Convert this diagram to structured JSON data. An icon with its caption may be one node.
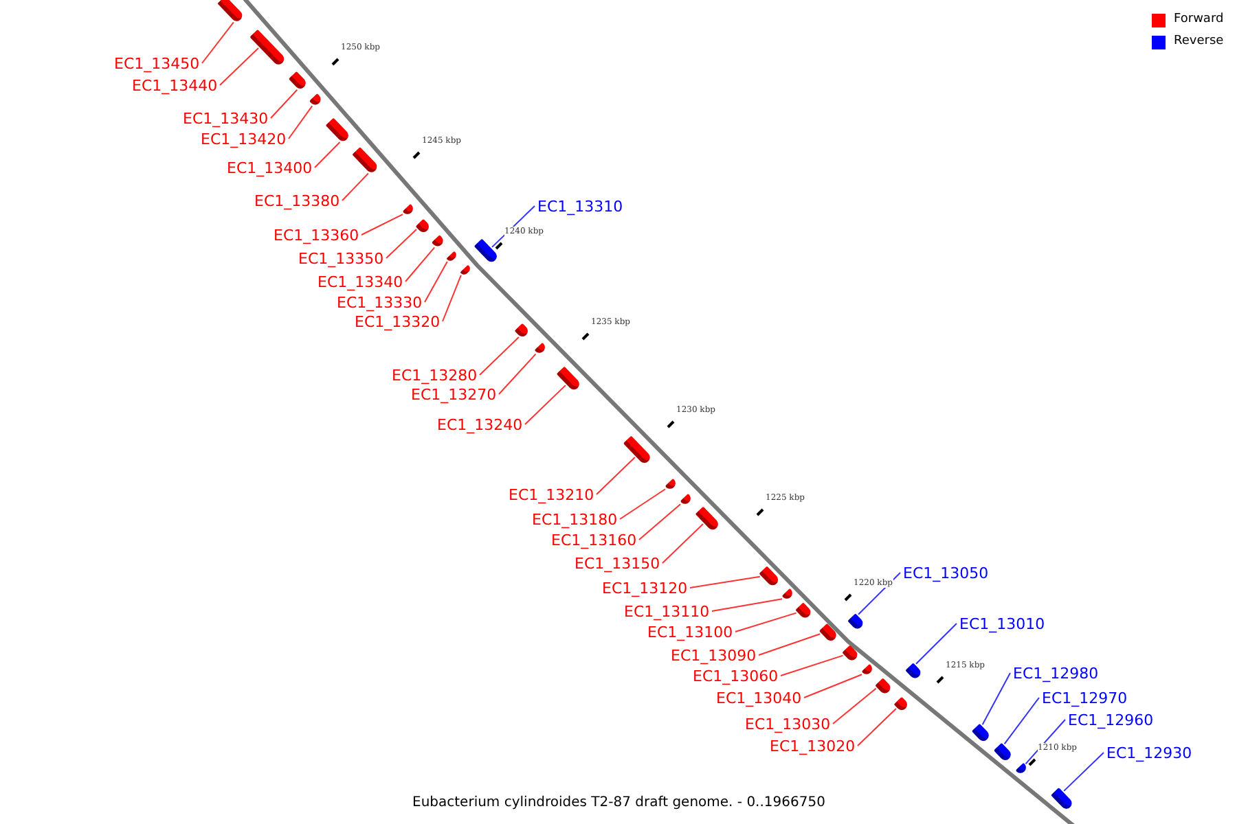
{
  "diagram": {
    "caption": "Eubacterium cylindroides T2-87 draft genome. - 0..1966750",
    "nodes": [
      {
        "text": [
          "EC1_13450"
        ]
      },
      {
        "text": [],
        "shape": "box"
      },
      {
        "text": [
          "EC1_13440"
        ]
      },
      {
        "text": [],
        "shape": "box"
      },
      {
        "text": [
          "EC1_13430"
        ]
      },
      {
        "text": [],
        "shape": "box"
      },
      {
        "text": [
          "EC1_13420"
        ]
      },
      {
        "text": [],
        "shape": "box"
      },
      {
        "text": [
          "EC1_13400"
        ]
      },
      {
        "text": [],
        "shape": "box"
      },
      {
        "text": [
          "EC1_13380"
        ]
      },
      {
        "text": [],
        "shape": "box"
      },
      {
        "text": [
          "EC1_13310"
        ]
      },
      {
        "text": [],
        "shape": "box"
      },
      {
        "text": [
          "EC1_13360"
        ]
      },
      {
        "text": [],
        "shape": "box"
      },
      {
        "text": [
          "EC1_13350"
        ]
      },
      {
        "text": [],
        "shape": "box"
      },
      {
        "text": [
          "EC1_13340"
        ]
      },
      {
        "text": [],
        "shape": "box"
      },
      {
        "text": [
          "EC1_13330"
        ]
      },
      {
        "text": [],
        "shape": "box"
      },
      {
        "text": [
          "EC1_13320"
        ]
      },
      {
        "text": [],
        "shape": "box"
      },
      {
        "text": [
          "EC1_13280"
        ]
      },
      {
        "text": [],
        "shape": "box"
      },
      {
        "text": [
          "EC1_13270"
        ]
      },
      {
        "text": [],
        "shape": "box"
      },
      {
        "text": [
          "EC1_13240"
        ]
      },
      {
        "text": [],
        "shape": "box"
      },
      {
        "text": [
          "EC1_13210"
        ]
      },
      {
        "text": [],
        "shape": "box"
      },
      {
        "text": [
          "EC1_13180"
        ]
      },
      {
        "text": [],
        "shape": "box"
      },
      {
        "text": [
          "EC1_13160"
        ]
      },
      {
        "text": [],
        "shape": "box"
      },
      {
        "text": [
          "EC1_13150"
        ]
      },
      {
        "text": [],
        "shape": "box"
      },
      {
        "text": [
          "EC1_13050"
        ]
      },
      {
        "text": [],
        "shape": "box"
      },
      {
        "text": [
          "EC1_13120"
        ]
      },
      {
        "text": [],
        "shape": "box"
      },
      {
        "text": [
          "EC1_13110"
        ]
      },
      {
        "text": [],
        "shape": "box"
      },
      {
        "text": [
          "EC1_13010"
        ]
      },
      {
        "text": [],
        "shape": "box"
      },
      {
        "text": [
          "EC1_13100"
        ]
      },
      {
        "text": [],
        "shape": "box"
      },
      {
        "text": [
          "EC1_13090"
        ]
      },
      {
        "text": [],
        "shape": "box"
      },
      {
        "text": [
          "EC1_12980"
        ]
      },
      {
        "text": [],
        "shape": "box"
      },
      {
        "text": [
          "EC1_13060"
        ]
      },
      {
        "text": [],
        "shape": "box"
      },
      {
        "text": [
          "EC1_12970"
        ]
      },
      {
        "text": [],
        "shape": "box"
      },
      {
        "text": [
          "EC1_13040"
        ]
      },
      {
        "text": [],
        "shape": "box"
      },
      {
        "text": [
          "EC1_12960"
        ]
      },
      {
        "text": [],
        "shape": "box"
      },
      {
        "text": [
          "EC1_13030"
        ]
      },
      {
        "text": [],
        "shape": "box"
      },
      {
        "text": [
          "EC1_13020"
        ]
      },
      {
        "text": [],
        "shape": "box"
      },
      {
        "text": [
          "EC1_12930"
        ]
      },
      {
        "text": [],
        "shape": "box"
      }
    ],
    "edges": [
      {
        "from": 0,
        "to": 1,
        "arrow": "none"
      },
      {
        "from": 2,
        "to": 3,
        "arrow": "none"
      },
      {
        "from": 4,
        "to": 5,
        "arrow": "none"
      },
      {
        "from": 6,
        "to": 7,
        "arrow": "none"
      },
      {
        "from": 8,
        "to": 9,
        "arrow": "none"
      },
      {
        "from": 10,
        "to": 11,
        "arrow": "none"
      },
      {
        "from": 12,
        "to": 13,
        "arrow": "none",
        "color": "#3333ff"
      },
      {
        "from": 14,
        "to": 15,
        "arrow": "none"
      },
      {
        "from": 16,
        "to": 17,
        "arrow": "none"
      },
      {
        "from": 18,
        "to": 19,
        "arrow": "none"
      },
      {
        "from": 20,
        "to": 21,
        "arrow": "none"
      },
      {
        "from": 22,
        "to": 23,
        "arrow": "none"
      },
      {
        "from": 24,
        "to": 25,
        "arrow": "none"
      },
      {
        "from": 26,
        "to": 27,
        "arrow": "none"
      },
      {
        "from": 28,
        "to": 29,
        "arrow": "none"
      },
      {
        "from": 30,
        "to": 31,
        "arrow": "none"
      },
      {
        "from": 32,
        "to": 33,
        "arrow": "none"
      },
      {
        "from": 34,
        "to": 35,
        "arrow": "none"
      },
      {
        "from": 36,
        "to": 37,
        "arrow": "none"
      },
      {
        "from": 38,
        "to": 39,
        "arrow": "none",
        "color": "#3333ff"
      },
      {
        "from": 40,
        "to": 41,
        "arrow": "none"
      },
      {
        "from": 42,
        "to": 43,
        "arrow": "none"
      },
      {
        "from": 44,
        "to": 45,
        "arrow": "none",
        "color": "#3333ff"
      },
      {
        "from": 46,
        "to": 47,
        "arrow": "none"
      },
      {
        "from": 48,
        "to": 49,
        "arrow": "none"
      },
      {
        "from": 50,
        "to": 51,
        "arrow": "none",
        "color": "#3333ff"
      },
      {
        "from": 52,
        "to": 53,
        "arrow": "none"
      },
      {
        "from": 54,
        "to": 55,
        "arrow": "none",
        "color": "#3333ff"
      },
      {
        "from": 56,
        "to": 57,
        "arrow": "none"
      },
      {
        "from": 58,
        "to": 59,
        "arrow": "none",
        "color": "#3333ff"
      },
      {
        "from": 60,
        "to": 61,
        "arrow": "none"
      },
      {
        "from": 62,
        "to": 63,
        "arrow": "none"
      },
      {
        "from": 64,
        "to": 65,
        "arrow": "none",
        "color": "#3333ff"
      }
    ],
    "labels": [
      "1250 kbp",
      "1245 kbp",
      "1240 kbp",
      "1235 kbp",
      "1230 kbp",
      "1225 kbp",
      "1220 kbp",
      "1215 kbp",
      "1210 kbp"
    ],
    "legend": [
      {
        "text": "Forward",
        "color": "#ff0000"
      },
      {
        "text": "Reverse",
        "color": "#0000ff"
      }
    ]
  }
}
